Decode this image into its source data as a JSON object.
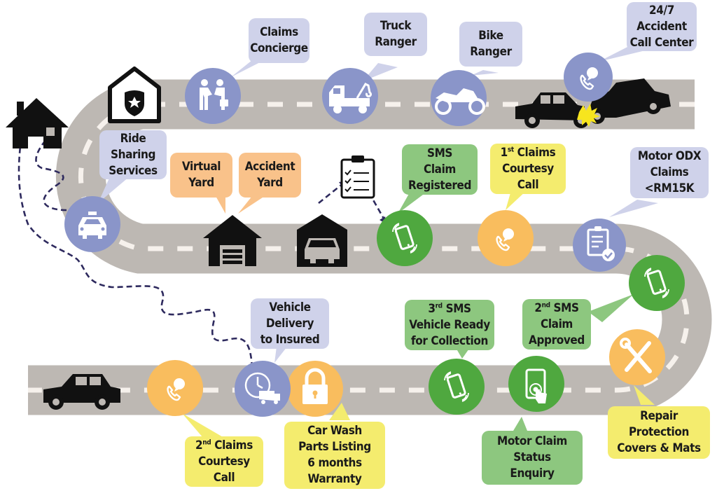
{
  "colors": {
    "road": "#bdb8b3",
    "road_marking": "#f6f1ec",
    "lavender_circle": "#8a95c9",
    "lavender_bubble": "#cfd2ea",
    "orange_circle": "#f9bd5e",
    "orange_bubble": "#f9c28a",
    "green_circle": "#4fa83f",
    "green_bubble": "#8dc77f",
    "yellow_bubble": "#f4ec6e",
    "icon_black": "#111111",
    "dashed_path": "#2e2a5e",
    "crash_burst": "#f7e51e"
  },
  "landmarks": [
    {
      "name": "home",
      "icon": "house-icon"
    },
    {
      "name": "police-station",
      "icon": "police-station-icon"
    },
    {
      "name": "accident",
      "icon": "car-crash-icon"
    },
    {
      "name": "yard-garage",
      "icon": "garage-icon"
    },
    {
      "name": "workshop",
      "icon": "car-garage-icon"
    },
    {
      "name": "checklist",
      "icon": "clipboard-checklist-icon"
    },
    {
      "name": "insured-car",
      "icon": "car-icon"
    }
  ],
  "stops": [
    {
      "id": "claims-concierge",
      "label": "Claims\nConcierge",
      "icon": "handshake-icon",
      "color": "lavender"
    },
    {
      "id": "truck-ranger",
      "label": "Truck\nRanger",
      "icon": "tow-truck-icon",
      "color": "lavender"
    },
    {
      "id": "bike-ranger",
      "label": "Bike\nRanger",
      "icon": "motorcycle-icon",
      "color": "lavender"
    },
    {
      "id": "call-center",
      "label": "24/7\nAccident\nCall Center",
      "icon": "phone-chat-icon",
      "color": "lavender"
    },
    {
      "id": "ride-sharing",
      "label": "Ride\nSharing\nServices",
      "icon": "taxi-icon",
      "color": "lavender"
    },
    {
      "id": "virtual-yard",
      "label": "Virtual\nYard",
      "icon": "none",
      "color": "orange"
    },
    {
      "id": "accident-yard",
      "label": "Accident\nYard",
      "icon": "none",
      "color": "orange"
    },
    {
      "id": "sms-registered",
      "label": "SMS\nClaim\nRegistered",
      "icon": "vibrating-phone-icon",
      "color": "green"
    },
    {
      "id": "first-courtesy",
      "label_sup": "st",
      "label_pre": "1",
      "label_post": " Claims\nCourtesy\nCall",
      "icon": "phone-chat-icon",
      "color": "yellow"
    },
    {
      "id": "motor-odx",
      "label": "Motor ODX\nClaims\n<RM15K",
      "icon": "clipboard-check-icon",
      "color": "lavender"
    },
    {
      "id": "sms-approved",
      "label_pre": "2",
      "label_sup": "nd",
      "label_post": " SMS\nClaim\nApproved",
      "icon": "vibrating-phone-icon",
      "color": "green"
    },
    {
      "id": "repair-protection",
      "label": "Repair\nProtection\nCovers & Mats",
      "icon": "tools-icon",
      "color": "yellow"
    },
    {
      "id": "status-enquiry",
      "label": "Motor Claim\nStatus\nEnquiry",
      "icon": "tablet-touch-icon",
      "color": "green"
    },
    {
      "id": "sms-ready",
      "label_pre": "3",
      "label_sup": "rd",
      "label_post": " SMS\nVehicle Ready\nfor Collection",
      "icon": "vibrating-phone-icon",
      "color": "green"
    },
    {
      "id": "car-wash",
      "label": "Car Wash\nParts Listing\n6 months\nWarranty",
      "icon": "padlock-icon",
      "color": "yellow"
    },
    {
      "id": "vehicle-delivery",
      "label": "Vehicle\nDelivery\nto Insured",
      "icon": "clock-delivery-icon",
      "color": "lavender"
    },
    {
      "id": "second-courtesy",
      "label_pre": "2",
      "label_sup": "nd",
      "label_post": " Claims\nCourtesy\nCall",
      "icon": "phone-chat-icon",
      "color": "yellow"
    }
  ]
}
